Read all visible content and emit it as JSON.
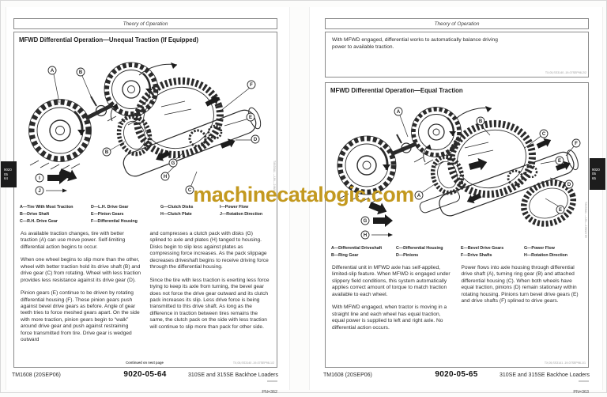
{
  "watermark": {
    "text": "machinecatalogic.com",
    "color": "#c3991f"
  },
  "left": {
    "header": "Theory of Operation",
    "tab": [
      "9020",
      "05",
      "64"
    ],
    "main": {
      "title": "MFWD Differential Operation—Unequal Traction (If Equipped)",
      "image_id": "T8835AL —UN—24MAY89",
      "legend": [
        [
          "A—Tire With Most Traction",
          "B—Drive Shaft",
          "C—R.H. Drive Gear"
        ],
        [
          "D—L.H. Drive Gear",
          "E—Pinion Gears",
          "F—Differential Housing"
        ],
        [
          "G—Clutch Disks",
          "H—Clutch Plate"
        ],
        [
          "I—Power Flow",
          "J—Rotation Direction"
        ]
      ],
      "col1": [
        "As available traction changes, tire with better traction (A) can use move power. Self-limiting differential action begins to occur.",
        "When one wheel begins to slip more than the other, wheel with better traction hold its drive shaft (B) and drive gear (C) from rotating. Wheel with less traction provides less resistance against its drive gear (D).",
        "Pinion gears (E) continue to be driven by rotating differential housing (F). These pinion gears push against bevel drive gears as before. Angle of gear teeth tries to force meshed gears apart. On the side with more traction, pinion gears begin to “walk” around drive gear and push against restraining force transmitted from tire. Drive gear is wedged outward"
      ],
      "col2": [
        "and compresses a clutch pack with disks (G) splined to axle and plates (H) tanged to housing. Disks begin to slip less against plates as compressing force increases. As the pack slippage decreases driveshaft begins to receive driving force through the differential housing.",
        "Since the tire with less traction is exerting less force trying to keep its axle from turning, the bevel gear does not force the drive gear outward and its clutch pack increases its slip. Less drive force is being transmitted to this drive shaft. As long as the difference in traction between tires remains the same, the clutch pack on the side with less traction will continue to slip more than pack for other side."
      ],
      "continued": "Continued on next page",
      "ref": "TX,05,SS3140 -19-07SEP98-1/2"
    },
    "footer": {
      "tm": "TM1608 (20SEP06)",
      "page": "9020-05-64",
      "model": "310SE and 315SE Backhoe Loaders",
      "pn": "PN=362"
    }
  },
  "right": {
    "header": "Theory of Operation",
    "tab": [
      "9020",
      "05",
      "65"
    ],
    "note": {
      "text": "With MFWD engaged, differential works to automatically balance driving power to available traction.",
      "ref": "TX,05,SS3140 -19-07SEP98-2/2"
    },
    "main": {
      "title": "MFWD Differential Operation—Equal Traction",
      "image_id": "T8836AL —UN—24MAY89",
      "legend": [
        [
          "A—Differential Driveshaft",
          "B—Ring Gear"
        ],
        [
          "C—Differential Housing",
          "D—Pinions"
        ],
        [
          "E—Bevel Drive Gears",
          "F—Drive Shafts"
        ],
        [
          "G—Power Flow",
          "H—Rotation Direction"
        ]
      ],
      "col1": [
        "Differential unit in MFWD axle has self-applied, limited-slip feature. When MFWD is engaged under slippery field conditions, this system automatically applies correct amount of torque to match traction available to each wheel.",
        "With MFWD engaged, when tractor is moving in a straight line and each wheel has equal traction, equal power is supplied to left and right axle. No differential action occurs."
      ],
      "col2": [
        "Power flows into axle housing through differential drive shaft (A), turning ring gear (B) and attached differential housing (C). When both wheels have equal traction, pinions (D) remain stationary within rotating housing. Pinions turn bevel drive gears (E) and drive shafts (F) splined to drive gears."
      ],
      "ref": "TX,05,SS3141 -19-07SEP98-1/1"
    },
    "footer": {
      "tm": "TM1608 (20SEP06)",
      "page": "9020-05-65",
      "model": "310SE and 315SE Backhoe Loaders",
      "pn": "PN=363"
    }
  },
  "diagrams": {
    "left": {
      "letters": [
        "A",
        "B",
        "F",
        "E",
        "D",
        "B",
        "G",
        "H",
        "C",
        "I",
        "J"
      ]
    },
    "right": {
      "letters": [
        "A",
        "B",
        "C",
        "E",
        "F",
        "D",
        "E",
        "A",
        "G",
        "H"
      ]
    }
  }
}
